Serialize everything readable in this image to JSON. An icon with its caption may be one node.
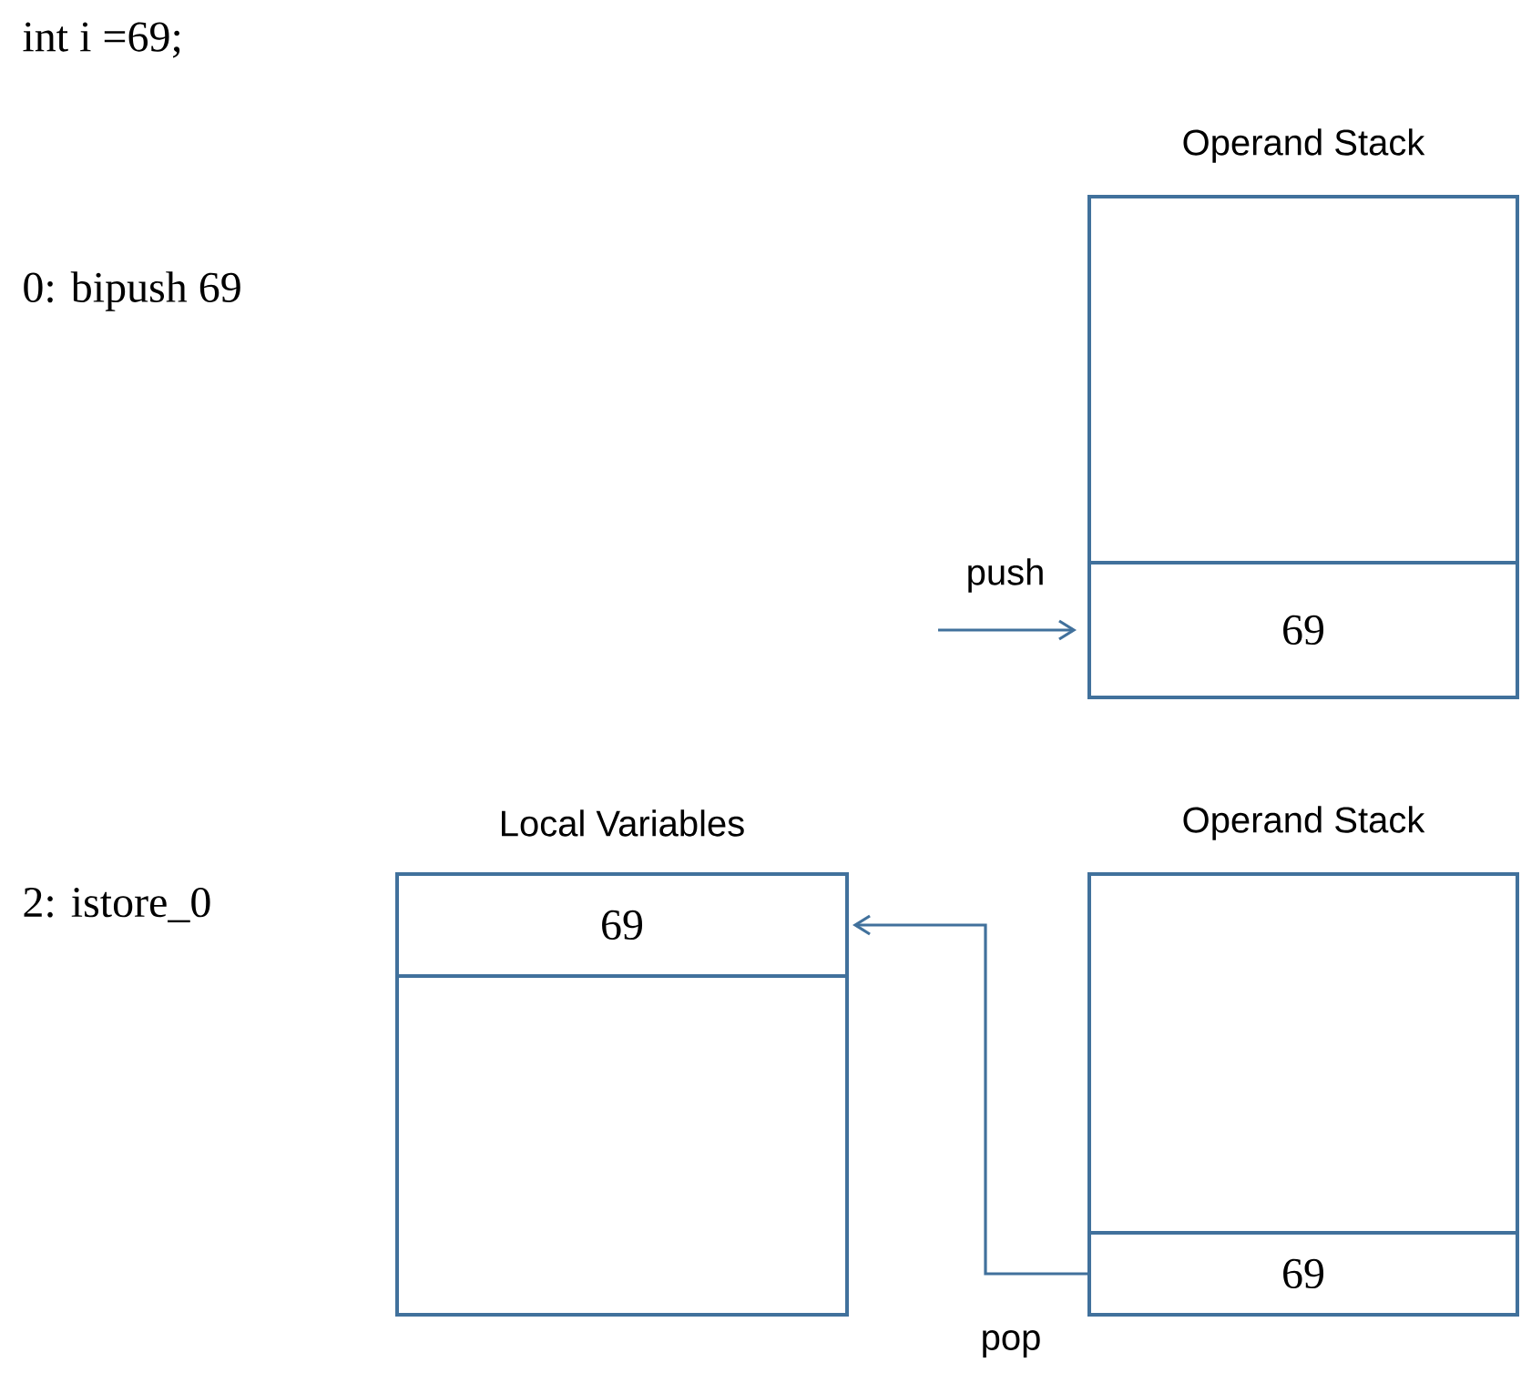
{
  "diagram": {
    "nodes": [
      {
        "text": [
          "Operand Stack"
        ]
      },
      {
        "text": [
          "69"
        ],
        "in": 0
      },
      {
        "text": [
          "Local Variables"
        ]
      },
      {
        "text": [
          "69"
        ],
        "in": 2
      },
      {
        "text": [
          "Operand Stack"
        ]
      },
      {
        "text": [
          "69"
        ],
        "in": 4
      }
    ],
    "edges": [
      {
        "from": null,
        "to": 1,
        "arrow": "to",
        "label": "push"
      },
      {
        "from": 5,
        "to": 3,
        "arrow": "to",
        "label": "pop"
      }
    ],
    "labels": [
      "int i =69;",
      "0: bipush 69",
      "2: istore_0"
    ]
  }
}
